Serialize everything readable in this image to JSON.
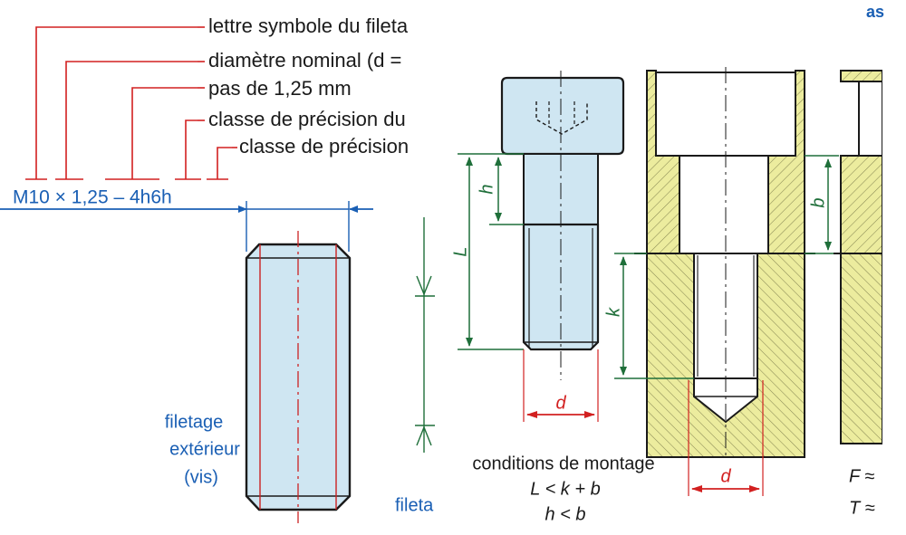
{
  "designation": {
    "lines": [
      "lettre symbole du fileta",
      "diamètre nominal (d =",
      "pas de 1,25 mm",
      "classe de précision du",
      "classe de précision"
    ],
    "code": "M10 × 1,25 – 4h6h"
  },
  "left_view": {
    "caption_lines": [
      "filetage",
      "extérieur",
      "(vis)"
    ],
    "cut_caption": "fileta"
  },
  "assembly": {
    "header_fragment": "as",
    "dims": {
      "h": "h",
      "L": "L",
      "k": "k",
      "b": "b",
      "d_screw": "d",
      "d_hole": "d"
    },
    "conditions": {
      "title": "conditions de montage",
      "line1": "L < k + b",
      "line2": "h < b"
    },
    "right_fragments": [
      "F ≈",
      "T ≈"
    ]
  },
  "colors": {
    "text_black": "#1a1a1a",
    "dim_blue": "#1a5fb4",
    "leader_red": "#d22020",
    "dim_green": "#1f6f3a",
    "part_fill": "#cfe6f2",
    "section_fill": "#ecec9e",
    "hatch": "#7f7f50",
    "center_line": "#cc2222"
  }
}
